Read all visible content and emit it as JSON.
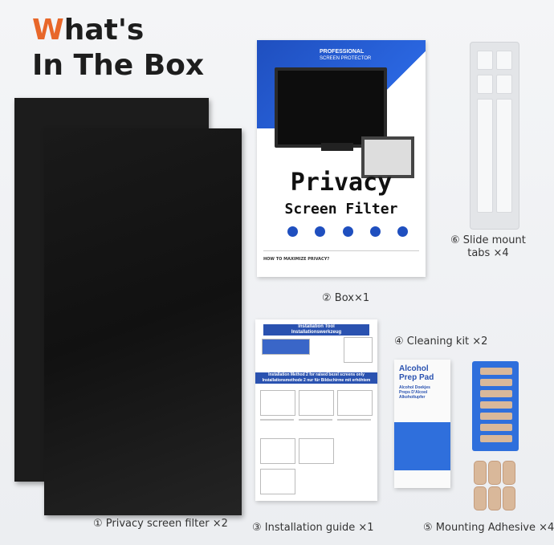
{
  "title": {
    "highlight": "W",
    "line1_rest": "hat's",
    "line2": "In The Box"
  },
  "box": {
    "brand": "PROFESSIONAL",
    "brand_sub": "SCREEN PROTECTOR",
    "title_line1": "Privacy",
    "title_line2": "Screen Filter",
    "how_to": "HOW TO MAXIMIZE PRIVACY?"
  },
  "guide": {
    "header_line1": "Installation Tool",
    "header_line2": "Installationswerkzeug",
    "banner_line1": "Installation Method 2 for raised bezel screens only",
    "banner_line2": "Installationsmethode 2 nur für Bildschirme mit erhöhtem Rahmen"
  },
  "prep": {
    "line1": "Alcohol",
    "line2": "Prep Pad",
    "sub_lines": [
      "Alcohol Doekjes",
      "Preps D'Alcool",
      "Alkoholtupfer"
    ]
  },
  "labels": {
    "filter": "① Privacy screen filter ×2",
    "box": "② Box×1",
    "guide": "③ Installation guide ×1",
    "cleaning": "④ Cleaning kit ×2",
    "adhesive": "⑤ Mounting Adhesive ×4",
    "tabs_line1": "⑥ Slide mount",
    "tabs_line2": "tabs ×4"
  },
  "colors": {
    "accent": "#e8672a",
    "brand_blue": "#2a52b0",
    "sheet": "#151515"
  }
}
